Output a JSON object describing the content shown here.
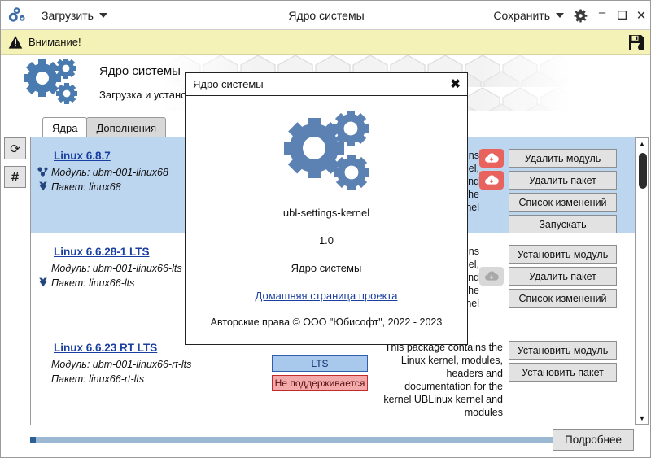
{
  "titlebar": {
    "app_icon": "gears-icon",
    "load_menu": "Загрузить",
    "title": "Ядро системы",
    "save_menu": "Сохранить",
    "settings_icon": "gear-icon",
    "minimize": "–",
    "maximize": "❐",
    "close": "✕"
  },
  "warning": {
    "icon": "warning-triangle-icon",
    "text": "Внимание!",
    "save_icon": "floppy-save-icon"
  },
  "banner": {
    "logo_icon": "gears-logo-icon",
    "title": "Ядро системы",
    "subtitle": "Загрузка и установка ядер по требованию"
  },
  "tabs": [
    {
      "label": "Ядра",
      "active": true
    },
    {
      "label": "Дополнения",
      "active": false
    }
  ],
  "sidetools": [
    {
      "name": "refresh-button",
      "glyph": "⟳"
    },
    {
      "name": "hash-button",
      "glyph": "#"
    }
  ],
  "kernels": [
    {
      "version": "Linux 6.8.7",
      "module_icon": "module-icon",
      "module": "Модуль: ubm-001-linux68",
      "package_icon": "package-icon",
      "package": "Пакет: linux68",
      "badges": [],
      "description": "This package contains the Linux kernel, modules, headers and documentation for the kernel UBLinux kernel",
      "selected": true,
      "actions": [
        {
          "label": "Удалить модуль",
          "cloud": "red",
          "cloud_icon": "cloud-download-icon"
        },
        {
          "label": "Удалить пакет",
          "cloud": "red",
          "cloud_icon": "cloud-download-icon"
        },
        {
          "label": "Список изменений",
          "cloud": "none"
        },
        {
          "label": "Запускать",
          "cloud": "none"
        }
      ]
    },
    {
      "version": "Linux 6.6.28-1 LTS",
      "module_icon": "module-icon",
      "module": "Модуль: ubm-001-linux66-lts",
      "package_icon": "package-icon",
      "package": "Пакет: linux66-lts",
      "badges": [],
      "description": "This package contains the Linux kernel, modules, headers and documentation for the kernel UBLinux kernel",
      "selected": false,
      "actions": [
        {
          "label": "Установить модуль",
          "cloud": "none"
        },
        {
          "label": "Удалить пакет",
          "cloud": "grey",
          "cloud_icon": "cloud-download-icon"
        },
        {
          "label": "Список изменений",
          "cloud": "none"
        }
      ]
    },
    {
      "version": "Linux 6.6.23 RT LTS",
      "module_icon": "module-icon",
      "module": "Модуль: ubm-001-linux66-rt-lts",
      "package_icon": "package-icon",
      "package": "Пакет: linux66-rt-lts",
      "badges": [
        {
          "label": "LTS",
          "kind": "lts"
        },
        {
          "label": "Не поддерживается",
          "kind": "unsup"
        }
      ],
      "description": "This package contains the Linux kernel, modules, headers and documentation for the kernel UBLinux kernel and modules",
      "selected": false,
      "actions": [
        {
          "label": "Установить модуль",
          "cloud": "none"
        },
        {
          "label": "Установить пакет",
          "cloud": "none"
        }
      ]
    }
  ],
  "scrollbar": {
    "up_arrow": "▲",
    "down_arrow": "▼"
  },
  "footer": {
    "details_label": "Подробнее"
  },
  "modal": {
    "title": "Ядро системы",
    "close_icon": "close-icon",
    "logo_icon": "gears-logo-icon",
    "package_name": "ubl-settings-kernel",
    "version": "1.0",
    "description": "Ядро системы",
    "homepage_link": "Домашняя страница проекта",
    "copyright": "Авторские права © ООО \"Юбисофт\", 2022 - 2023"
  },
  "colors": {
    "accent_blue": "#5b82b2",
    "selected_row": "#bcd6f0",
    "warn_bg": "#f5f2b8",
    "link": "#1a3fa0",
    "danger": "#e8635e",
    "progress": "#9cb9d4"
  }
}
